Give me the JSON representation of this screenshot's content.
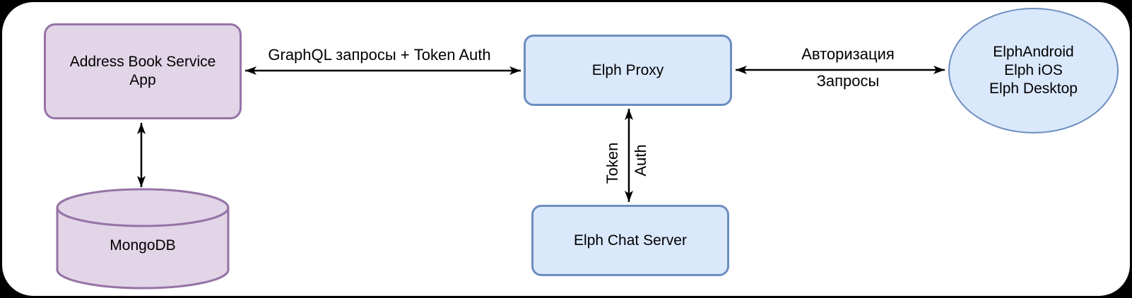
{
  "canvas": {
    "background_color": "#000000",
    "surface_color": "#FFFFFF",
    "arrow_color": "#000000",
    "text_color": "#000000"
  },
  "palette": {
    "purple_fill": "#E1D5E7",
    "purple_stroke": "#9673A6",
    "blue_fill": "#DAE8FC",
    "blue_stroke": "#6C8EBF"
  },
  "nodes": {
    "address_book": {
      "shape": "rounded-rect",
      "label": "Address Book Service\nApp"
    },
    "mongodb": {
      "shape": "cylinder",
      "label": "MongoDB"
    },
    "elph_proxy": {
      "shape": "rounded-rect",
      "label": "Elph Proxy"
    },
    "elph_chat_server": {
      "shape": "rounded-rect",
      "label": "Elph Chat Server"
    },
    "clients": {
      "shape": "ellipse",
      "label": "ElphAndroid\nElph iOS\nElph Desktop"
    }
  },
  "edges": {
    "address_book_to_proxy": {
      "direction": "bidirectional",
      "label": "GraphQL запросы + Token Auth"
    },
    "proxy_to_clients": {
      "direction": "bidirectional",
      "label_top": "Авторизация",
      "label_bottom": "Запросы"
    },
    "proxy_to_chat_server": {
      "direction": "bidirectional",
      "label_left": "Token",
      "label_right": "Auth"
    },
    "address_book_to_mongodb": {
      "direction": "bidirectional"
    }
  }
}
